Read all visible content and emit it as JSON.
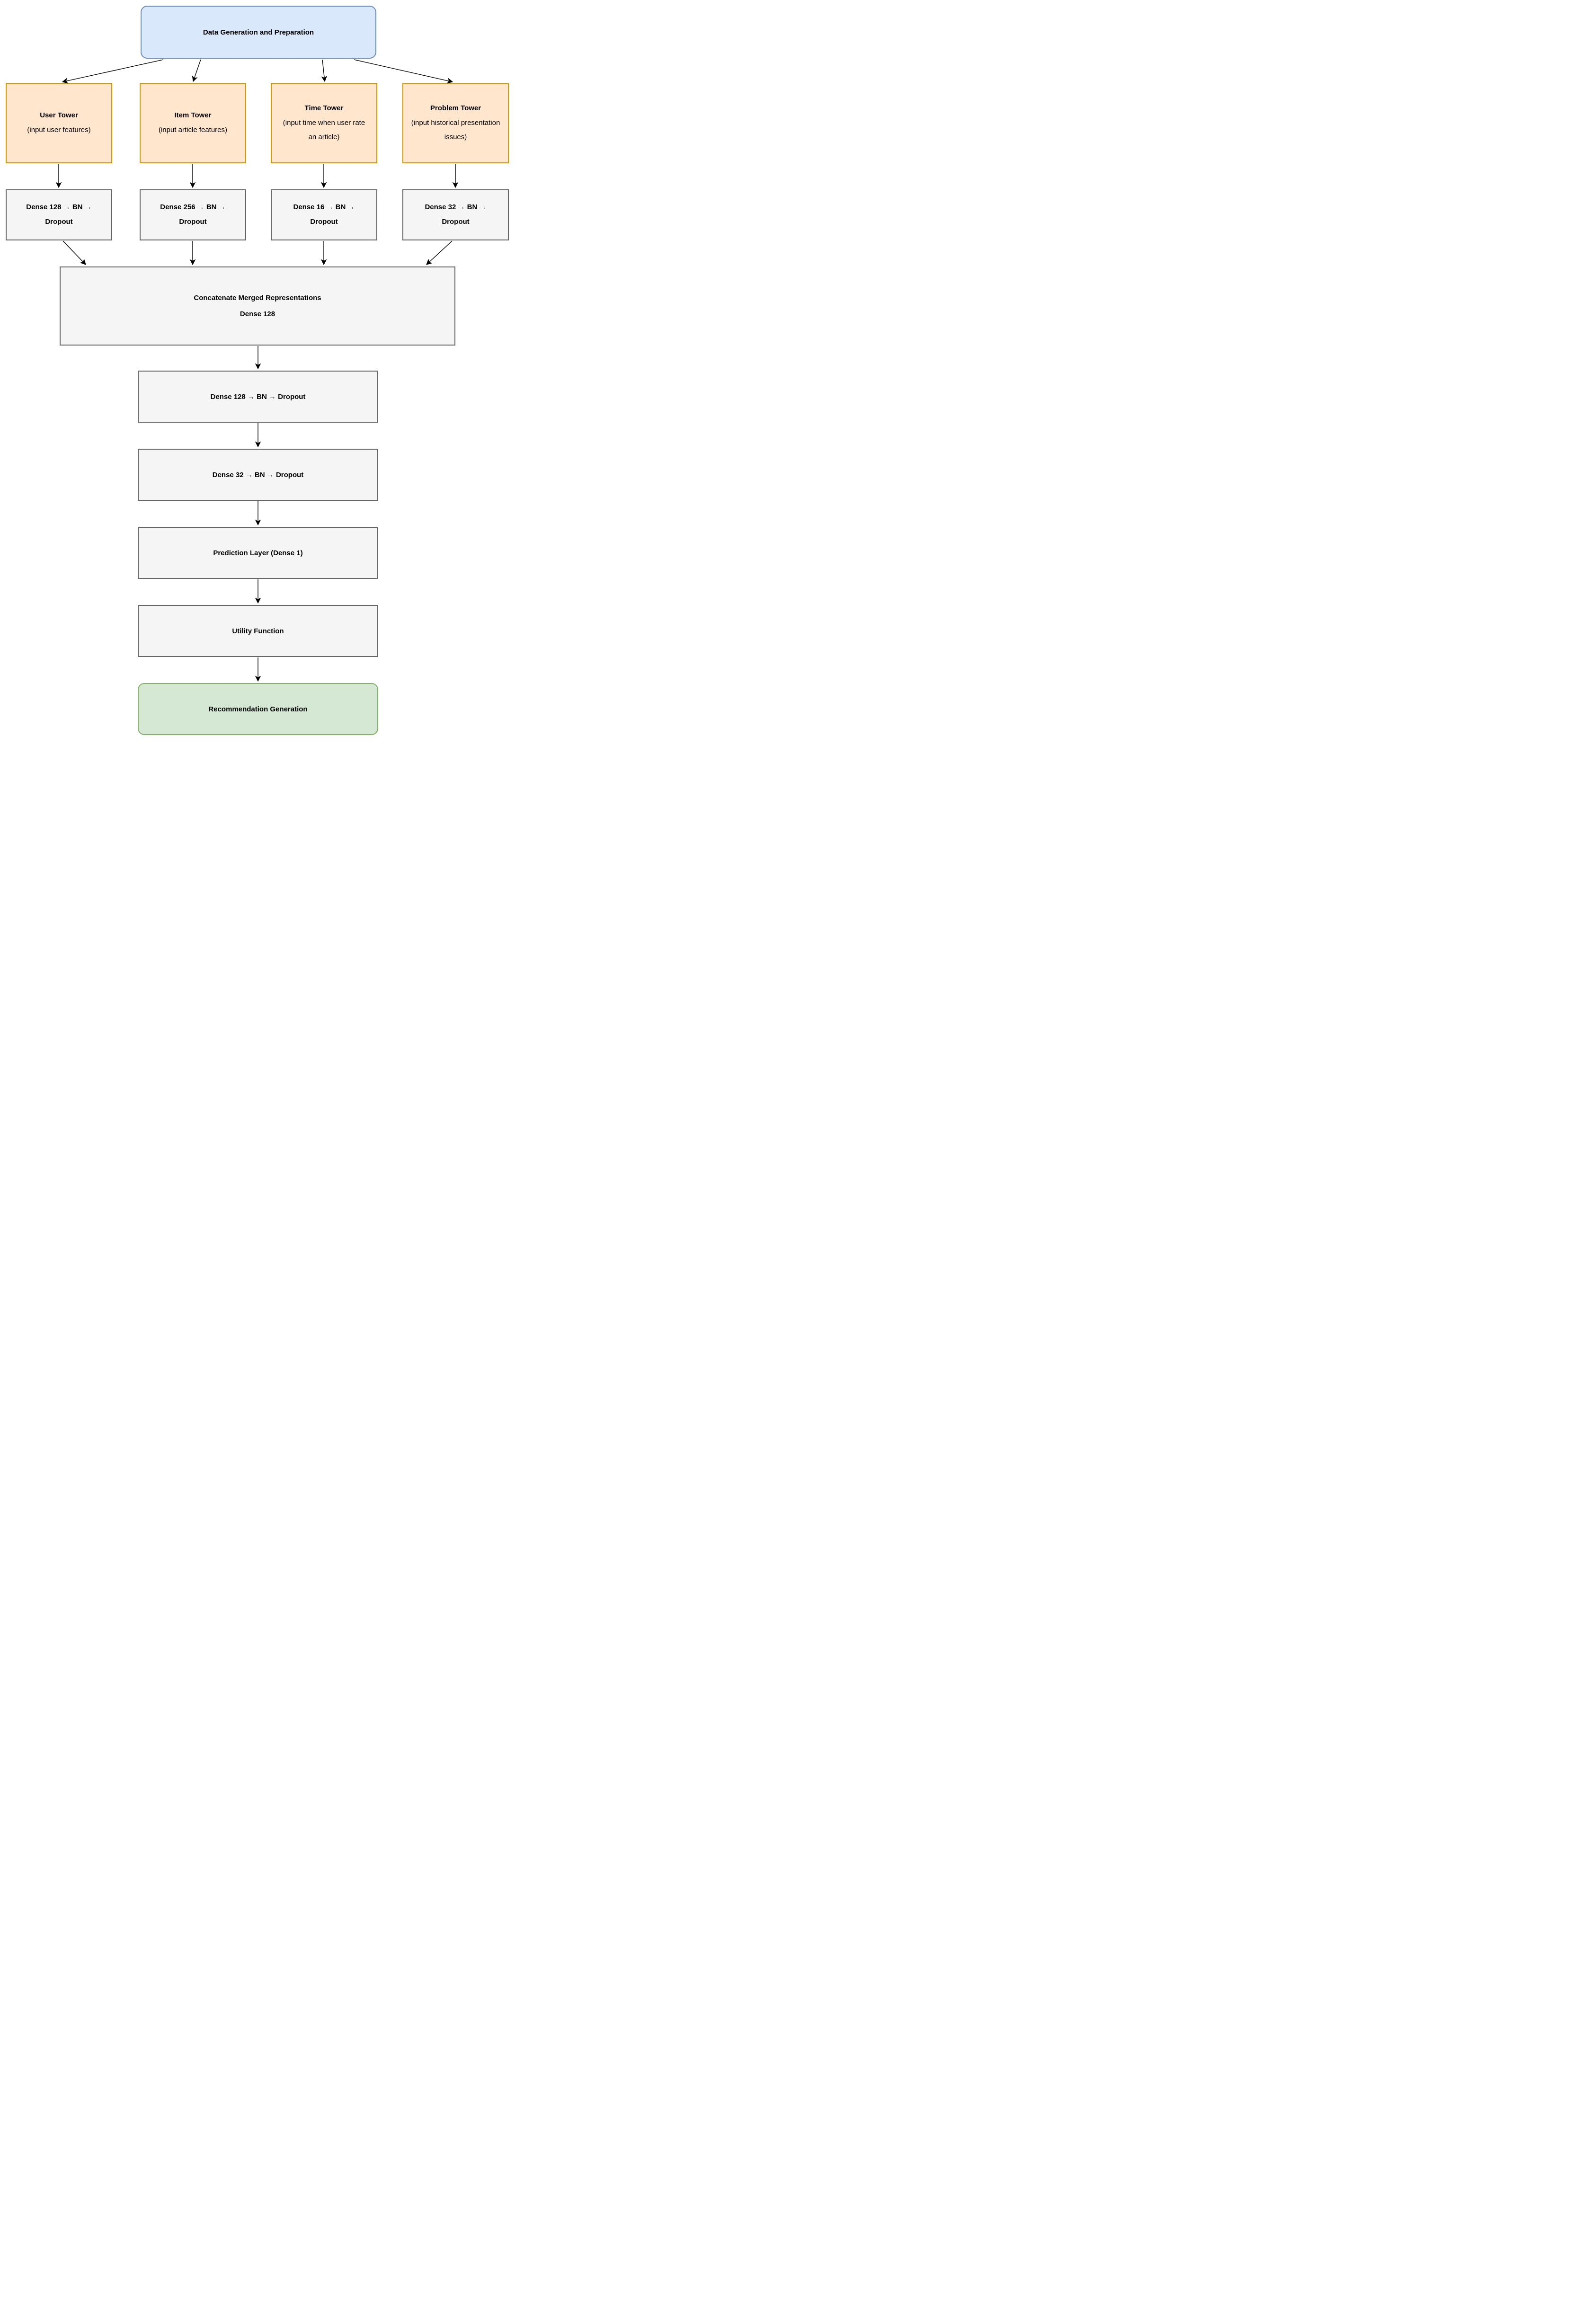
{
  "diagram": {
    "source": {
      "label": "Data Generation and Preparation",
      "fill": "#dae8fc",
      "stroke": "#6c8ebf"
    },
    "towers": [
      {
        "title": "User Tower",
        "subtitle": "(input user features)"
      },
      {
        "title": "Item Tower",
        "subtitle": "(input article features)"
      },
      {
        "title": "Time Tower",
        "subtitle": "(input time when user rate an article)"
      },
      {
        "title": "Problem Tower",
        "subtitle": "(input historical presentation issues)"
      }
    ],
    "tower_style": {
      "fill": "#ffe6cc",
      "stroke": "#d79b00"
    },
    "dense_row": [
      {
        "line1": "Dense 128 → BN →",
        "line2": "Dropout"
      },
      {
        "line1": "Dense 256 → BN →",
        "line2": "Dropout"
      },
      {
        "line1": "Dense 16 → BN →",
        "line2": "Dropout"
      },
      {
        "line1": "Dense 32 → BN →",
        "line2": "Dropout"
      }
    ],
    "concat": {
      "line1": "Concatenate Merged Representations",
      "line2": "Dense 128"
    },
    "pipeline": [
      {
        "label": "Dense 128 → BN → Dropout"
      },
      {
        "label": "Dense 32 → BN → Dropout"
      },
      {
        "label": "Prediction Layer (Dense 1)"
      },
      {
        "label": "Utility Function"
      }
    ],
    "output": {
      "label": "Recommendation Generation",
      "fill": "#d5e8d4",
      "stroke": "#82b366"
    },
    "box_style": {
      "fill": "#f5f5f5",
      "stroke": "#666666"
    },
    "arrow_color": "#000000"
  }
}
